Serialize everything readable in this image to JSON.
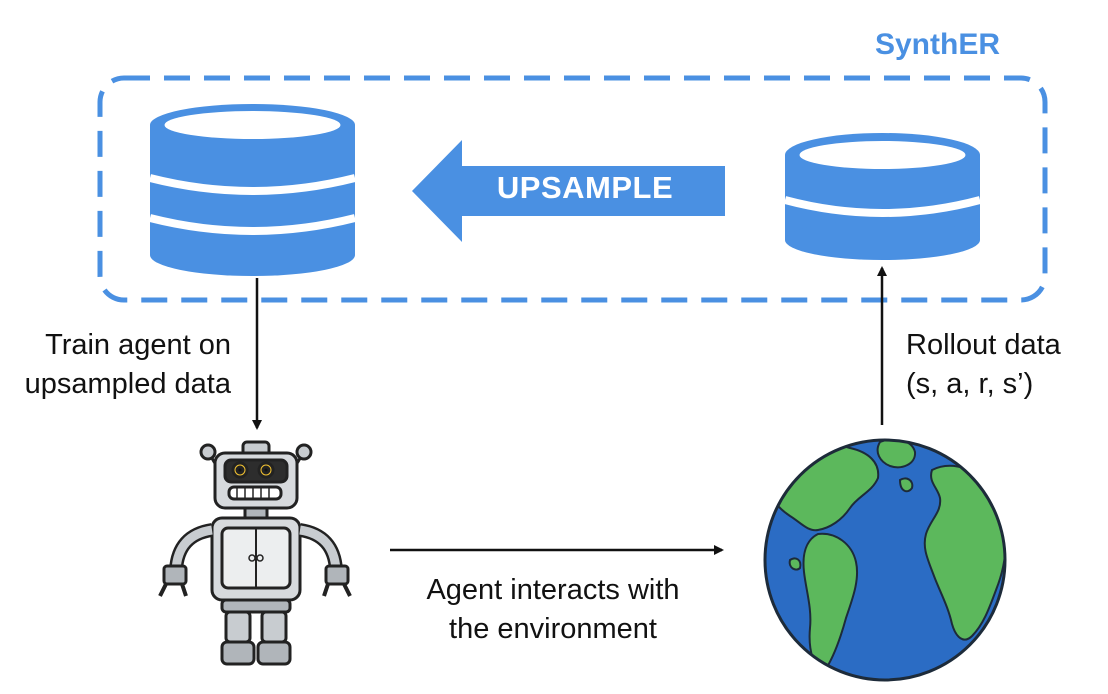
{
  "framework_label": "SynthER",
  "upsample_label": "UPSAMPLE",
  "train_label": [
    "Train agent on",
    "upsampled data"
  ],
  "rollout_label": [
    "Rollout data",
    "(s, a, r, s’)"
  ],
  "interact_label": [
    "Agent interacts with",
    "the environment"
  ],
  "colors": {
    "accent": "#4a90e2",
    "ocean": "#2b6cc4",
    "land": "#5cb85c"
  },
  "icons": {
    "large_database": "database-large-icon",
    "small_database": "database-small-icon",
    "agent": "robot-icon",
    "environment": "globe-icon"
  }
}
